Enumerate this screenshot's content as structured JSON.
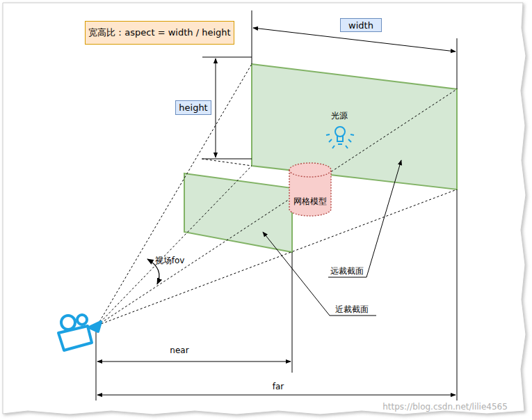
{
  "diagram": {
    "nodes": [
      {
        "text": [
          "宽高比：aspect = width / height"
        ]
      },
      {
        "text": [
          "width"
        ]
      },
      {
        "text": [
          "height"
        ]
      },
      {
        "text": [
          "网格模型"
        ]
      }
    ],
    "labels": [
      "光源",
      "视场fov",
      "远裁截面",
      "近裁截面",
      "near",
      "far",
      "https://blog.csdn.net/lilie4565"
    ]
  }
}
